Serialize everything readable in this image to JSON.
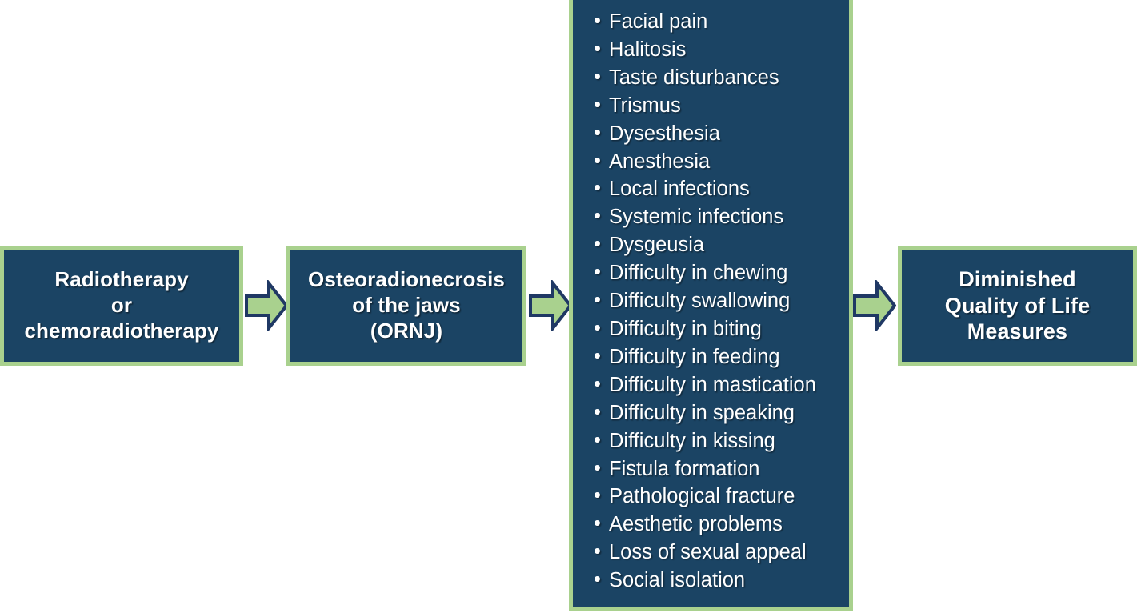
{
  "diagram": {
    "title": "Osteoradionecrosis of the jaws consequences flowchart",
    "colors": {
      "box_fill": "#1b4464",
      "box_border": "#a9d18e",
      "arrow_fill": "#a9d18e",
      "arrow_outline": "#1f3864",
      "text": "#ffffff",
      "background": "#ffffff"
    },
    "nodes": [
      {
        "id": "radiotherapy",
        "label": "Radiotherapy\nor\nchemoradiotherapy"
      },
      {
        "id": "ornj",
        "label": "Osteoradionecrosis\nof the jaws\n(ORNJ)"
      },
      {
        "id": "qol",
        "label": "Diminished\nQuality of Life\nMeasures"
      }
    ],
    "symptoms": {
      "items": [
        "Facial pain",
        "Halitosis",
        "Taste disturbances",
        "Trismus",
        "Dysesthesia",
        "Anesthesia",
        "Local infections",
        "Systemic infections",
        "Dysgeusia",
        "Difficulty in chewing",
        "Difficulty swallowing",
        "Difficulty in biting",
        "Difficulty in feeding",
        "Difficulty in mastication",
        "Difficulty in speaking",
        "Difficulty in kissing",
        "Fistula formation",
        "Pathological fracture",
        "Aesthetic problems",
        "Loss of sexual appeal",
        "Social isolation"
      ]
    },
    "arrows": [
      {
        "id": "arrow-1",
        "direction": "right"
      },
      {
        "id": "arrow-2",
        "direction": "right"
      },
      {
        "id": "arrow-3",
        "direction": "right"
      }
    ]
  }
}
